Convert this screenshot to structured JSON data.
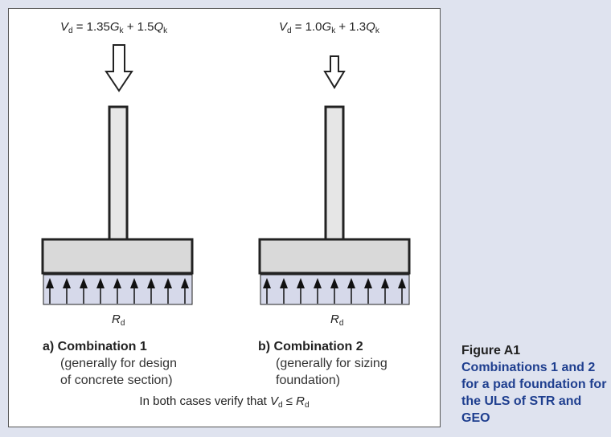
{
  "case_a": {
    "equation": {
      "lhs": "V",
      "lhs_sub": "d",
      "mid": " = 1.35",
      "g": "G",
      "g_sub": "k",
      "plus": " + 1.5",
      "q": "Q",
      "q_sub": "k"
    },
    "reaction": {
      "base": "R",
      "sub": "d"
    },
    "caption_title": "a) Combination 1",
    "caption_lines": [
      "(generally for design",
      "of concrete section)"
    ]
  },
  "case_b": {
    "equation": {
      "lhs": "V",
      "lhs_sub": "d",
      "mid": " = 1.0",
      "g": "G",
      "g_sub": "k",
      "plus": " + 1.3",
      "q": "Q",
      "q_sub": "k"
    },
    "reaction": {
      "base": "R",
      "sub": "d"
    },
    "caption_title": "b) Combination 2",
    "caption_lines": [
      "(generally for sizing",
      "foundation)"
    ]
  },
  "verify": {
    "prefix": "In both cases verify that ",
    "v": "V",
    "v_sub": "d",
    "le": " ≤ ",
    "r": "R",
    "r_sub": "d"
  },
  "figure": {
    "label": "Figure A1",
    "text": "Combinations 1 and 2 for a pad foundation for the ULS of STR and GEO"
  },
  "colors": {
    "background": "#dfe3ef",
    "panel": "#ffffff",
    "column_fill": "#e6e6e6",
    "footing_fill": "#d9d9d9",
    "bearing_fill": "#d6d9ea",
    "caption_blue": "#1f3f8f"
  }
}
